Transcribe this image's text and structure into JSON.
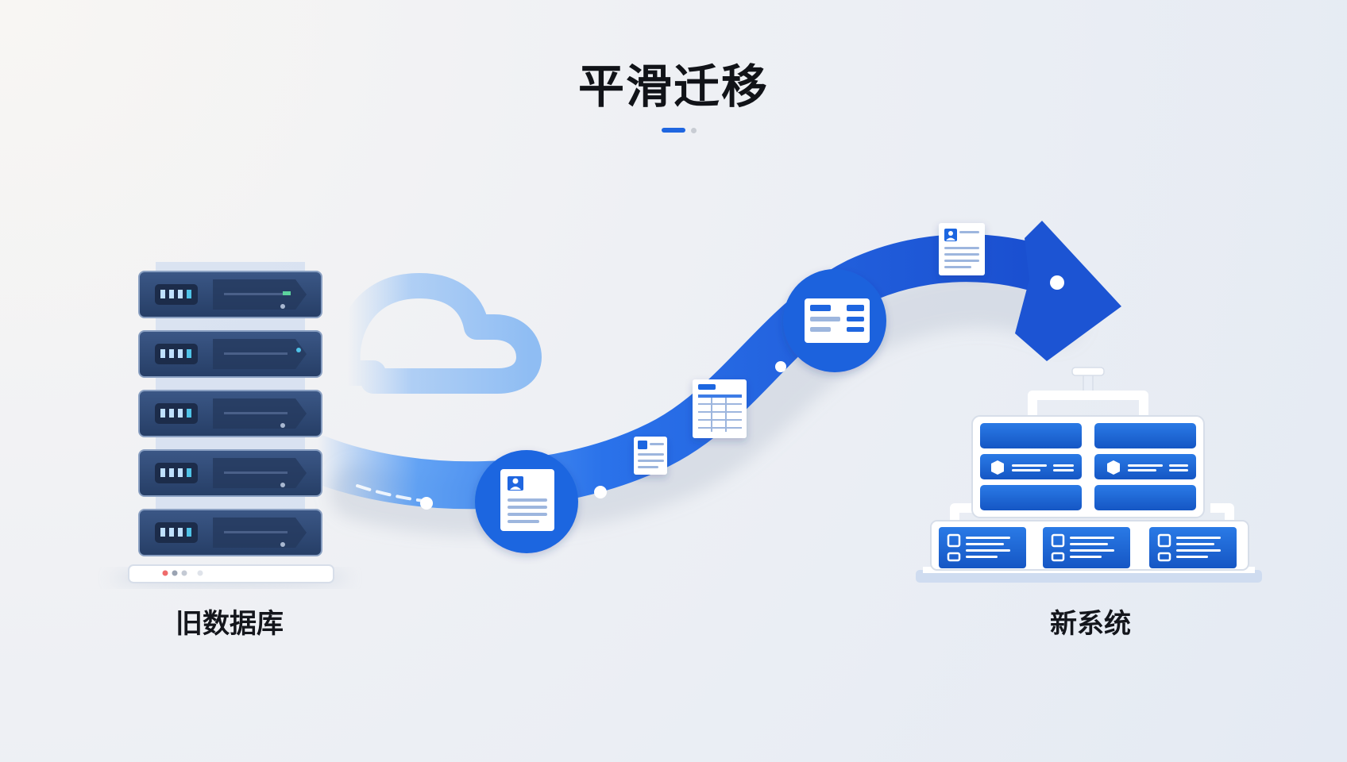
{
  "title": "平滑迁移",
  "labels": {
    "old": "旧数据库",
    "new": "新系统"
  },
  "pagination": {
    "count": 2,
    "active": 1
  },
  "icons": {
    "old": "server-rack-icon",
    "new": "modular-system-icon",
    "cloud": "cloud-icon",
    "arrow": "migration-arrow-icon",
    "docs": [
      "profile-document-icon",
      "table-document-icon",
      "data-card-icon"
    ]
  },
  "colors": {
    "accent": "#1f66e0",
    "arrow_dark": "#1a4fd0",
    "arrow_light": "#3f8cf2",
    "server": "#2e4872",
    "text": "#111318",
    "dot_inactive": "#c8ccd3"
  }
}
